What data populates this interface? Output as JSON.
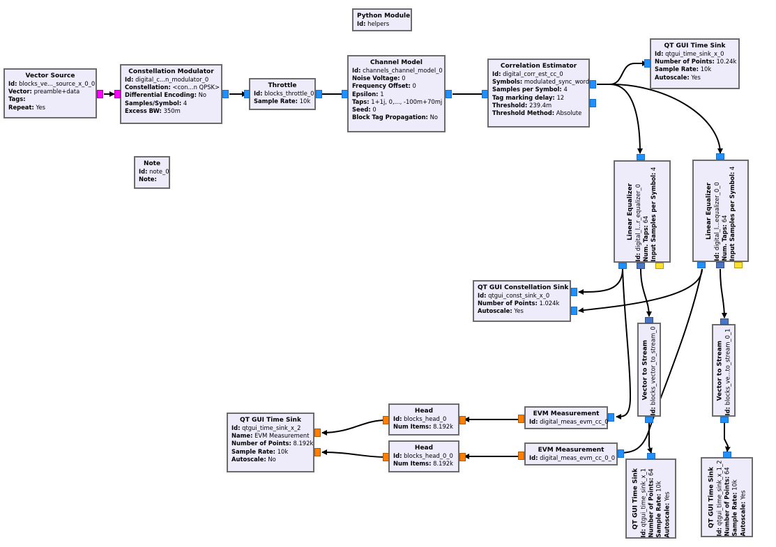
{
  "colors": {
    "block_fill": "#eeebfa",
    "block_border": "#6b6b6b",
    "port_complex": "#1e90ff",
    "port_complex_vector": "#4a76c4",
    "port_byte": "#ff00ff",
    "port_float": "#ff8000",
    "port_message": "#ffe030",
    "wire": "#000000"
  },
  "blocks": {
    "python_module": {
      "title": "Python Module",
      "params": [
        {
          "k": "Id:",
          "v": "helpers"
        }
      ]
    },
    "vector_source": {
      "title": "Vector Source",
      "params": [
        {
          "k": "Id:",
          "v": "blocks_ve..._source_x_0_0"
        },
        {
          "k": "Vector:",
          "v": "preamble+data"
        },
        {
          "k": "Tags:",
          "v": ""
        },
        {
          "k": "Repeat:",
          "v": "Yes"
        }
      ]
    },
    "constellation_modulator": {
      "title": "Constellation Modulator",
      "params": [
        {
          "k": "Id:",
          "v": "digital_c...n_modulator_0"
        },
        {
          "k": "Constellation:",
          "v": "<con...n QPSK>"
        },
        {
          "k": "Differential Encoding:",
          "v": "No"
        },
        {
          "k": "Samples/Symbol:",
          "v": "4"
        },
        {
          "k": "Excess BW:",
          "v": "350m"
        }
      ]
    },
    "throttle": {
      "title": "Throttle",
      "params": [
        {
          "k": "Id:",
          "v": "blocks_throttle_0"
        },
        {
          "k": "Sample Rate:",
          "v": "10k"
        }
      ]
    },
    "channel_model": {
      "title": "Channel Model",
      "params": [
        {
          "k": "Id:",
          "v": "channels_channel_model_0"
        },
        {
          "k": "Noise Voltage:",
          "v": "0"
        },
        {
          "k": "Frequency Offset:",
          "v": "0"
        },
        {
          "k": "Epsilon:",
          "v": "1"
        },
        {
          "k": "Taps:",
          "v": "1+1j, 0,..., -100m+70mj"
        },
        {
          "k": "Seed:",
          "v": "0"
        },
        {
          "k": "Block Tag Propagation:",
          "v": "No"
        }
      ]
    },
    "correlation_estimator": {
      "title": "Correlation Estimator",
      "params": [
        {
          "k": "Id:",
          "v": "digital_corr_est_cc_0"
        },
        {
          "k": "Symbols:",
          "v": "modulated_sync_word"
        },
        {
          "k": "Samples per Symbol:",
          "v": "4"
        },
        {
          "k": "Tag marking delay:",
          "v": "12"
        },
        {
          "k": "Threshold:",
          "v": "239.4m"
        },
        {
          "k": "Threshold Method:",
          "v": "Absolute"
        }
      ]
    },
    "time_sink_0": {
      "title": "QT GUI Time Sink",
      "params": [
        {
          "k": "Id:",
          "v": "qtgui_time_sink_x_0"
        },
        {
          "k": "Number of Points:",
          "v": "10.24k"
        },
        {
          "k": "Sample Rate:",
          "v": "10k"
        },
        {
          "k": "Autoscale:",
          "v": "Yes"
        }
      ]
    },
    "note": {
      "title": "Note",
      "params": [
        {
          "k": "Id:",
          "v": "note_0"
        },
        {
          "k": "Note:",
          "v": ""
        }
      ]
    },
    "linear_equalizer_0": {
      "title": "Linear Equalizer",
      "params": [
        {
          "k": "Id:",
          "v": "digital_l...r_equalizer_0"
        },
        {
          "k": "Num. Taps:",
          "v": "64"
        },
        {
          "k": "Input Samples per Symbol:",
          "v": "4"
        }
      ]
    },
    "linear_equalizer_1": {
      "title": "Linear Equalizer",
      "params": [
        {
          "k": "Id:",
          "v": "digital_l...equalizer_0_0"
        },
        {
          "k": "Num. Taps:",
          "v": "64"
        },
        {
          "k": "Input Samples per Symbol:",
          "v": "4"
        }
      ]
    },
    "constellation_sink": {
      "title": "QT GUI Constellation Sink",
      "params": [
        {
          "k": "Id:",
          "v": "qtgui_const_sink_x_0"
        },
        {
          "k": "Number of Points:",
          "v": "1.024k"
        },
        {
          "k": "Autoscale:",
          "v": "Yes"
        }
      ]
    },
    "vector_to_stream_0": {
      "title": "Vector to Stream",
      "params": [
        {
          "k": "Id:",
          "v": "blocks_vector_to_stream_0"
        }
      ]
    },
    "vector_to_stream_1": {
      "title": "Vector to Stream",
      "params": [
        {
          "k": "Id:",
          "v": "blocks_ve...to_stream_0_1"
        }
      ]
    },
    "evm_0": {
      "title": "EVM Measurement",
      "params": [
        {
          "k": "Id:",
          "v": "digital_meas_evm_cc_0"
        }
      ]
    },
    "evm_1": {
      "title": "EVM Measurement",
      "params": [
        {
          "k": "Id:",
          "v": "digital_meas_evm_cc_0_0"
        }
      ]
    },
    "head_0": {
      "title": "Head",
      "params": [
        {
          "k": "Id:",
          "v": "blocks_head_0"
        },
        {
          "k": "Num Items:",
          "v": "8.192k"
        }
      ]
    },
    "head_1": {
      "title": "Head",
      "params": [
        {
          "k": "Id:",
          "v": "blocks_head_0_0"
        },
        {
          "k": "Num Items:",
          "v": "8.192k"
        }
      ]
    },
    "time_sink_2": {
      "title": "QT GUI Time Sink",
      "params": [
        {
          "k": "Id:",
          "v": "qtgui_time_sink_x_2"
        },
        {
          "k": "Name:",
          "v": "EVM Measurement"
        },
        {
          "k": "Number of Points:",
          "v": "8.192k"
        },
        {
          "k": "Sample Rate:",
          "v": "10k"
        },
        {
          "k": "Autoscale:",
          "v": "No"
        }
      ]
    },
    "time_sink_1": {
      "title": "QT GUI Time Sink",
      "params": [
        {
          "k": "Id:",
          "v": "qtgui_time_sink_x_1"
        },
        {
          "k": "Number of Points:",
          "v": "64"
        },
        {
          "k": "Sample Rate:",
          "v": "10k"
        },
        {
          "k": "Autoscale:",
          "v": "Yes"
        }
      ]
    },
    "time_sink_1_2": {
      "title": "QT GUI Time Sink",
      "params": [
        {
          "k": "Id:",
          "v": "qtgui_time_sink_x_1_2"
        },
        {
          "k": "Number of Points:",
          "v": "64"
        },
        {
          "k": "Sample Rate:",
          "v": "10k"
        },
        {
          "k": "Autoscale:",
          "v": "Yes"
        }
      ]
    }
  }
}
